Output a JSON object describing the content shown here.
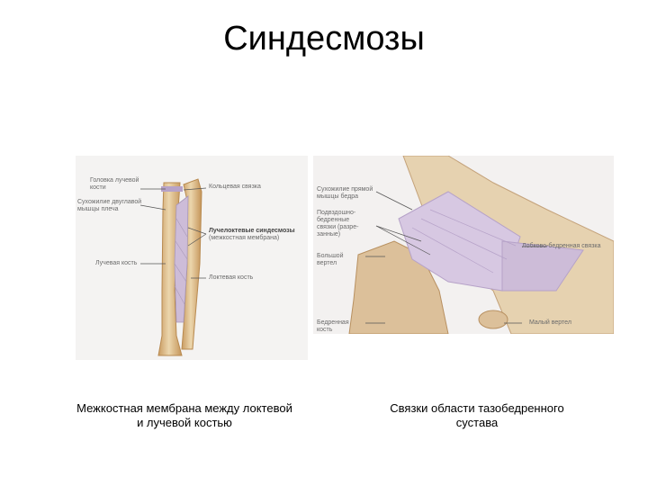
{
  "title": "Синдесмозы",
  "figures": {
    "left": {
      "labels": {
        "head_radius": "Головка лучевой\nкости",
        "biceps_tendon": "Сухожилие двуглавой\nмышцы плеча",
        "annular_ligament": "Кольцевая связка",
        "radioulnar_syndesmoses": "Лучелоктевые синдесмозы",
        "interosseous_membrane": "(межкостная мембрана)",
        "radius": "Лучевая кость",
        "ulna": "Локтевая кость"
      },
      "caption": "Межкостная мембрана между локтевой\nи лучевой костью"
    },
    "right": {
      "labels": {
        "rectus_tendon": "Сухожилие прямой\nмышцы бедра",
        "iliofemoral": "Подвздошно-\nбедренные\nсвязки (разре-\nзанные)",
        "greater_trochanter": "Большой\nвертел",
        "pubofemoral": "Лобково-бедренная связка",
        "femur": "Бедренная\nкость",
        "lesser_trochanter": "Малый вертел"
      },
      "caption": "Связки области тазобедренного\nсустава"
    }
  },
  "colors": {
    "bone": "#e3c79a",
    "bone_shadow": "#c9a06a",
    "ligament": "#cdbcd8",
    "ligament_dark": "#b6a2c8",
    "pointer": "#555555"
  }
}
